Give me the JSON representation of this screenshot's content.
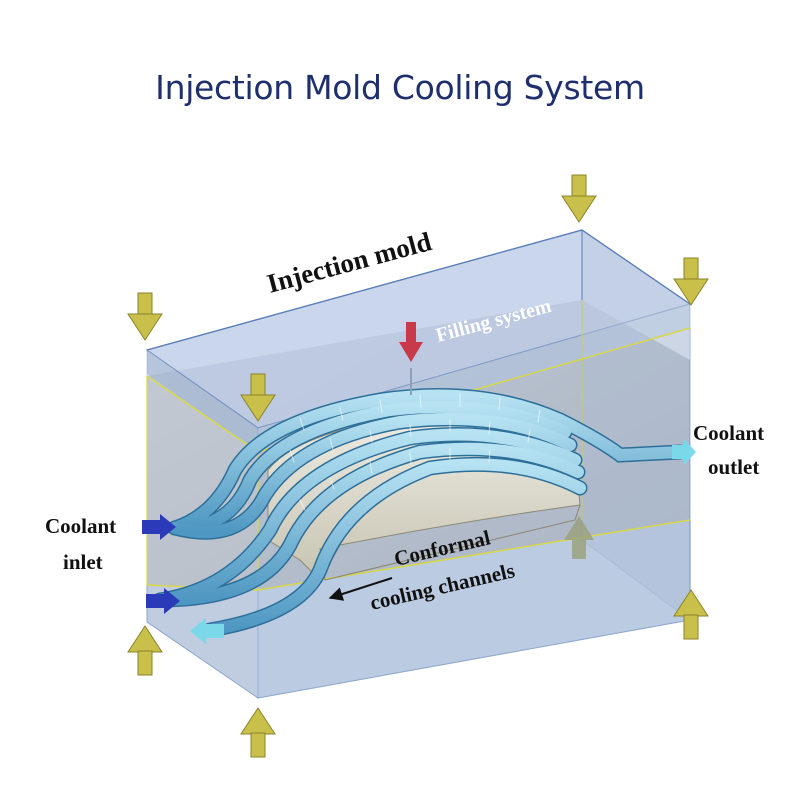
{
  "header": {
    "title": "Injection Mold Cooling System"
  },
  "labels": {
    "injection_mold": "Injection mold",
    "filling_system": "Filling system",
    "coolant_outlet_line1": "Coolant",
    "coolant_outlet_line2": "outlet",
    "coolant_inlet_line1": "Coolant",
    "coolant_inlet_line2": "inlet",
    "conformal_line1": "Conformal",
    "conformal_line2": "cooling channels"
  },
  "colors": {
    "title": "#1f2f6e",
    "mold_glass": "#9fb6d6",
    "mold_edge": "#5a7fb8",
    "parting_line": "#d8d84a",
    "channel": "#7fc0dc",
    "clamp_arrow": "#c8c04a",
    "sprue_arrow": "#c83a4a",
    "inlet_arrow": "#2a3ab8",
    "outlet_arrow": "#7ad8e8"
  }
}
